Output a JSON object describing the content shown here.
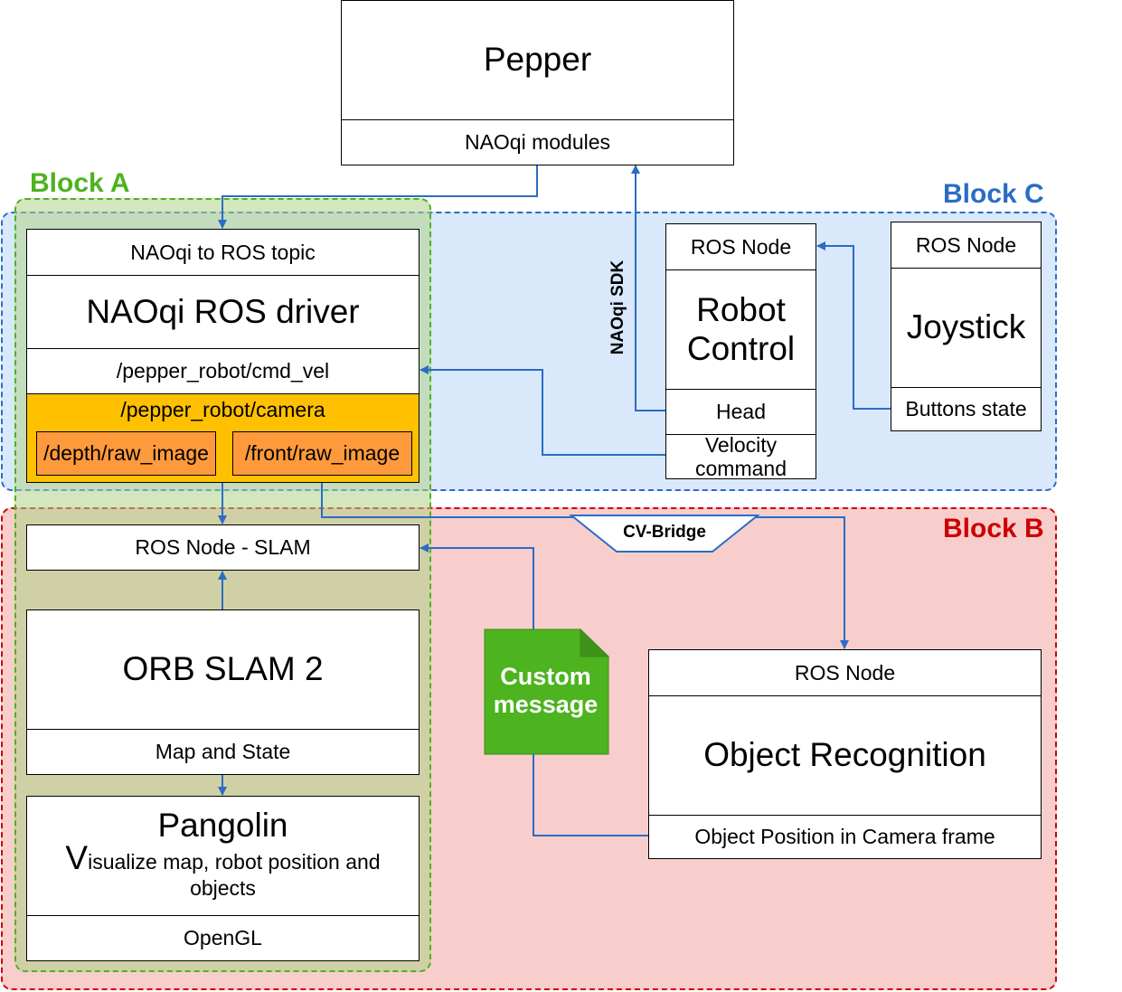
{
  "colors": {
    "block_a": "#4db31f",
    "block_b": "#cc0000",
    "block_c": "#2b6cc4",
    "block_a_fill": "rgba(180,220,140,0.55)",
    "block_b_fill": "#f8cecc",
    "block_c_fill": "#dae8fc",
    "camera_orange": "#ffc000",
    "topic_orange": "#ff9a3c",
    "custom_message_green": "#4db31f",
    "arrow": "#2b6cc4"
  },
  "blocks": {
    "a": "Block A",
    "b": "Block B",
    "c": "Block C"
  },
  "pepper": {
    "title": "Pepper",
    "modules": "NAOqi modules"
  },
  "naoqi_driver": {
    "topic": "NAOqi to ROS topic",
    "title": "NAOqi ROS driver",
    "cmd_vel": "/pepper_robot/cmd_vel",
    "camera": "/pepper_robot/camera",
    "depth": "/depth/raw_image",
    "front": "/front/raw_image"
  },
  "robot_control": {
    "node": "ROS Node",
    "title_line1": "Robot",
    "title_line2": "Control",
    "head": "Head",
    "velocity_line1": "Velocity",
    "velocity_line2": "command"
  },
  "joystick": {
    "node": "ROS Node",
    "title": "Joystick",
    "buttons": "Buttons state"
  },
  "naoqi_sdk": "NAOqi SDK",
  "cv_bridge": "CV-Bridge",
  "slam_node": "ROS Node - SLAM",
  "orb_slam": {
    "title": "ORB SLAM 2",
    "map_state": "Map and State"
  },
  "pangolin": {
    "title": "Pangolin",
    "desc_first_letter": "V",
    "desc_rest": "isualize map, robot position and",
    "desc_line2": "objects",
    "opengl": "OpenGL"
  },
  "custom_message": {
    "line1": "Custom",
    "line2": "message"
  },
  "object_recognition": {
    "node": "ROS Node",
    "title": "Object Recognition",
    "position": "Object Position in Camera frame"
  }
}
